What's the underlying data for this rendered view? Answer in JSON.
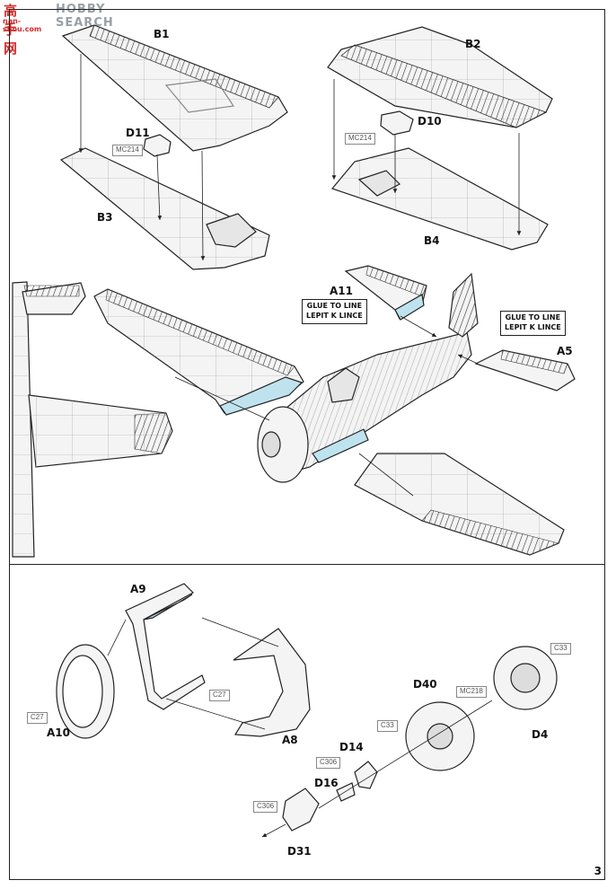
{
  "watermark": {
    "logo": "高手网",
    "brand": "HOBBY SEARCH",
    "url": "nan-shou.com"
  },
  "page_number": "3",
  "parts": {
    "b1": "B1",
    "b2": "B2",
    "b3": "B3",
    "b4": "B4",
    "d10": "D10",
    "d11": "D11",
    "a11": "A11",
    "a5": "A5",
    "a9": "A9",
    "a10": "A10",
    "a8": "A8",
    "d40": "D40",
    "d4": "D4",
    "d14": "D14",
    "d16": "D16",
    "d31": "D31"
  },
  "refs": {
    "mc214_left": "MC214",
    "mc214_right": "MC214",
    "c27_left": "C27",
    "c27_mid": "C27",
    "c33_top": "C33",
    "c33_mid": "C33",
    "mc218": "MC218",
    "c306_top": "C306",
    "c306_bottom": "C306"
  },
  "glue_notes": {
    "left": {
      "line1": "GLUE TO LINE",
      "line2": "LEPIT K LINCE"
    },
    "right": {
      "line1": "GLUE TO LINE",
      "line2": "LEPIT K LINCE"
    }
  },
  "colors": {
    "glue_area": "#bfe3ee",
    "line": "#222222",
    "part_fill": "#f4f4f4"
  }
}
